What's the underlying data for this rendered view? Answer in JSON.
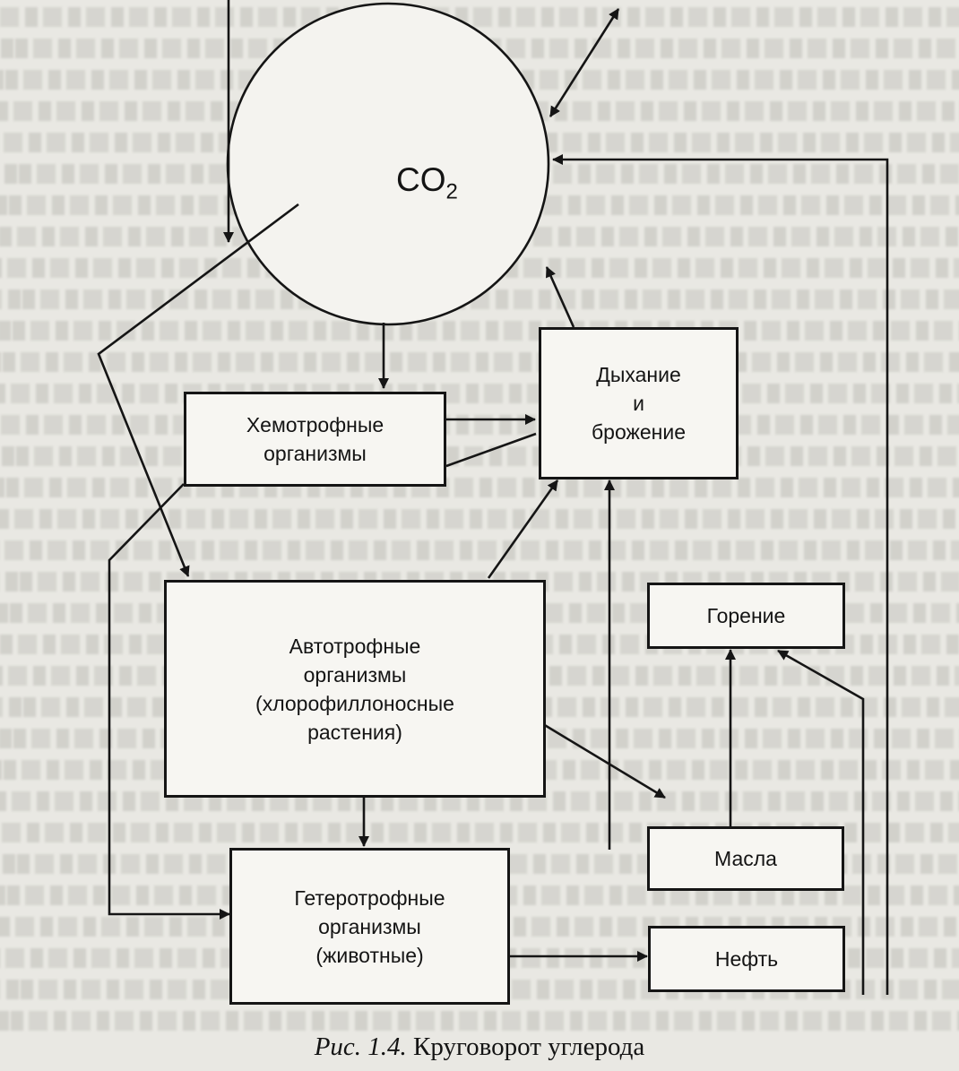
{
  "diagram": {
    "atmosphere": {
      "formula": "CO",
      "subscript": "2"
    },
    "nodes": {
      "chemotrophs": "Хемотрофные\nорганизмы",
      "respiration": "Дыхание\nи\nброжение",
      "autotrophs": "Автотрофные\nорганизмы\n(хлорофиллоносные\nрастения)",
      "combustion": "Горение",
      "oils": "Масла",
      "heterotrophs": "Гетеротрофные\nорганизмы\n(животные)",
      "oil": "Нефть"
    },
    "colors": {
      "ink": "#151515",
      "paper": "#e9e8e3",
      "box_fill": "#f7f6f2"
    }
  },
  "caption": {
    "lead": "Рис. 1.4.",
    "text": " Круговорот углерода"
  }
}
